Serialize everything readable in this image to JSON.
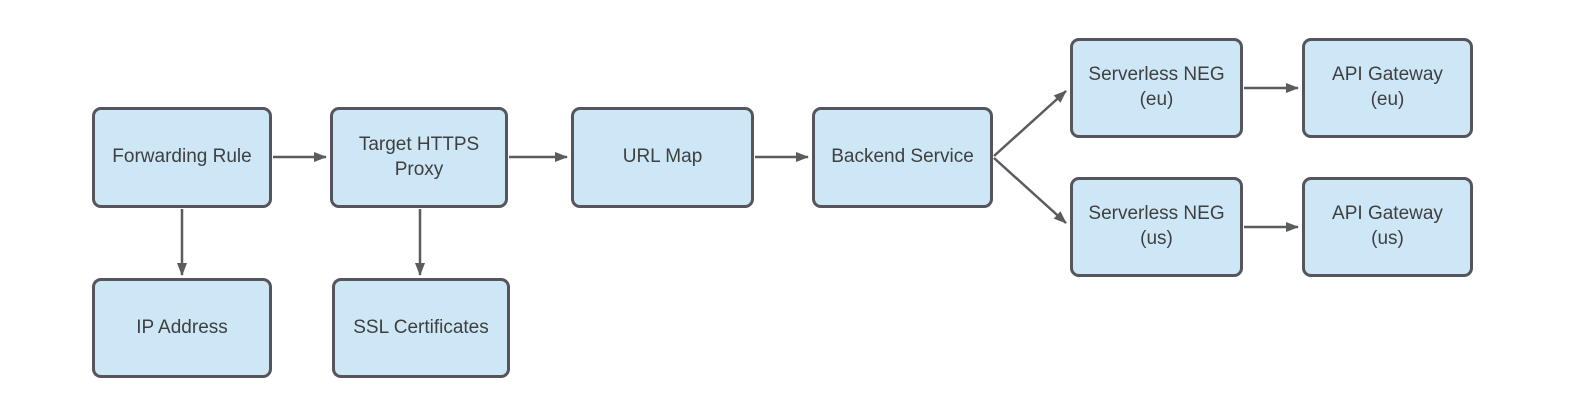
{
  "diagram": {
    "type": "flowchart",
    "colors": {
      "background": "#ffffff",
      "node_fill": "#cee7f6",
      "node_border": "#54565b",
      "node_text": "#3f3f3f",
      "edge": "#5b5c5e"
    },
    "nodes": [
      {
        "id": "forwarding-rule",
        "label": "Forwarding Rule"
      },
      {
        "id": "target-https-proxy",
        "label": "Target HTTPS\nProxy"
      },
      {
        "id": "url-map",
        "label": "URL Map"
      },
      {
        "id": "backend-service",
        "label": "Backend Service"
      },
      {
        "id": "serverless-neg-eu",
        "label": "Serverless NEG\n(eu)"
      },
      {
        "id": "api-gateway-eu",
        "label": "API Gateway\n(eu)"
      },
      {
        "id": "serverless-neg-us",
        "label": "Serverless NEG\n(us)"
      },
      {
        "id": "api-gateway-us",
        "label": "API Gateway\n(us)"
      },
      {
        "id": "ip-address",
        "label": "IP Address"
      },
      {
        "id": "ssl-certificates",
        "label": "SSL Certificates"
      }
    ],
    "edges": [
      {
        "from": "forwarding-rule",
        "to": "target-https-proxy"
      },
      {
        "from": "target-https-proxy",
        "to": "url-map"
      },
      {
        "from": "url-map",
        "to": "backend-service"
      },
      {
        "from": "backend-service",
        "to": "serverless-neg-eu"
      },
      {
        "from": "backend-service",
        "to": "serverless-neg-us"
      },
      {
        "from": "serverless-neg-eu",
        "to": "api-gateway-eu"
      },
      {
        "from": "serverless-neg-us",
        "to": "api-gateway-us"
      },
      {
        "from": "forwarding-rule",
        "to": "ip-address"
      },
      {
        "from": "target-https-proxy",
        "to": "ssl-certificates"
      }
    ]
  }
}
